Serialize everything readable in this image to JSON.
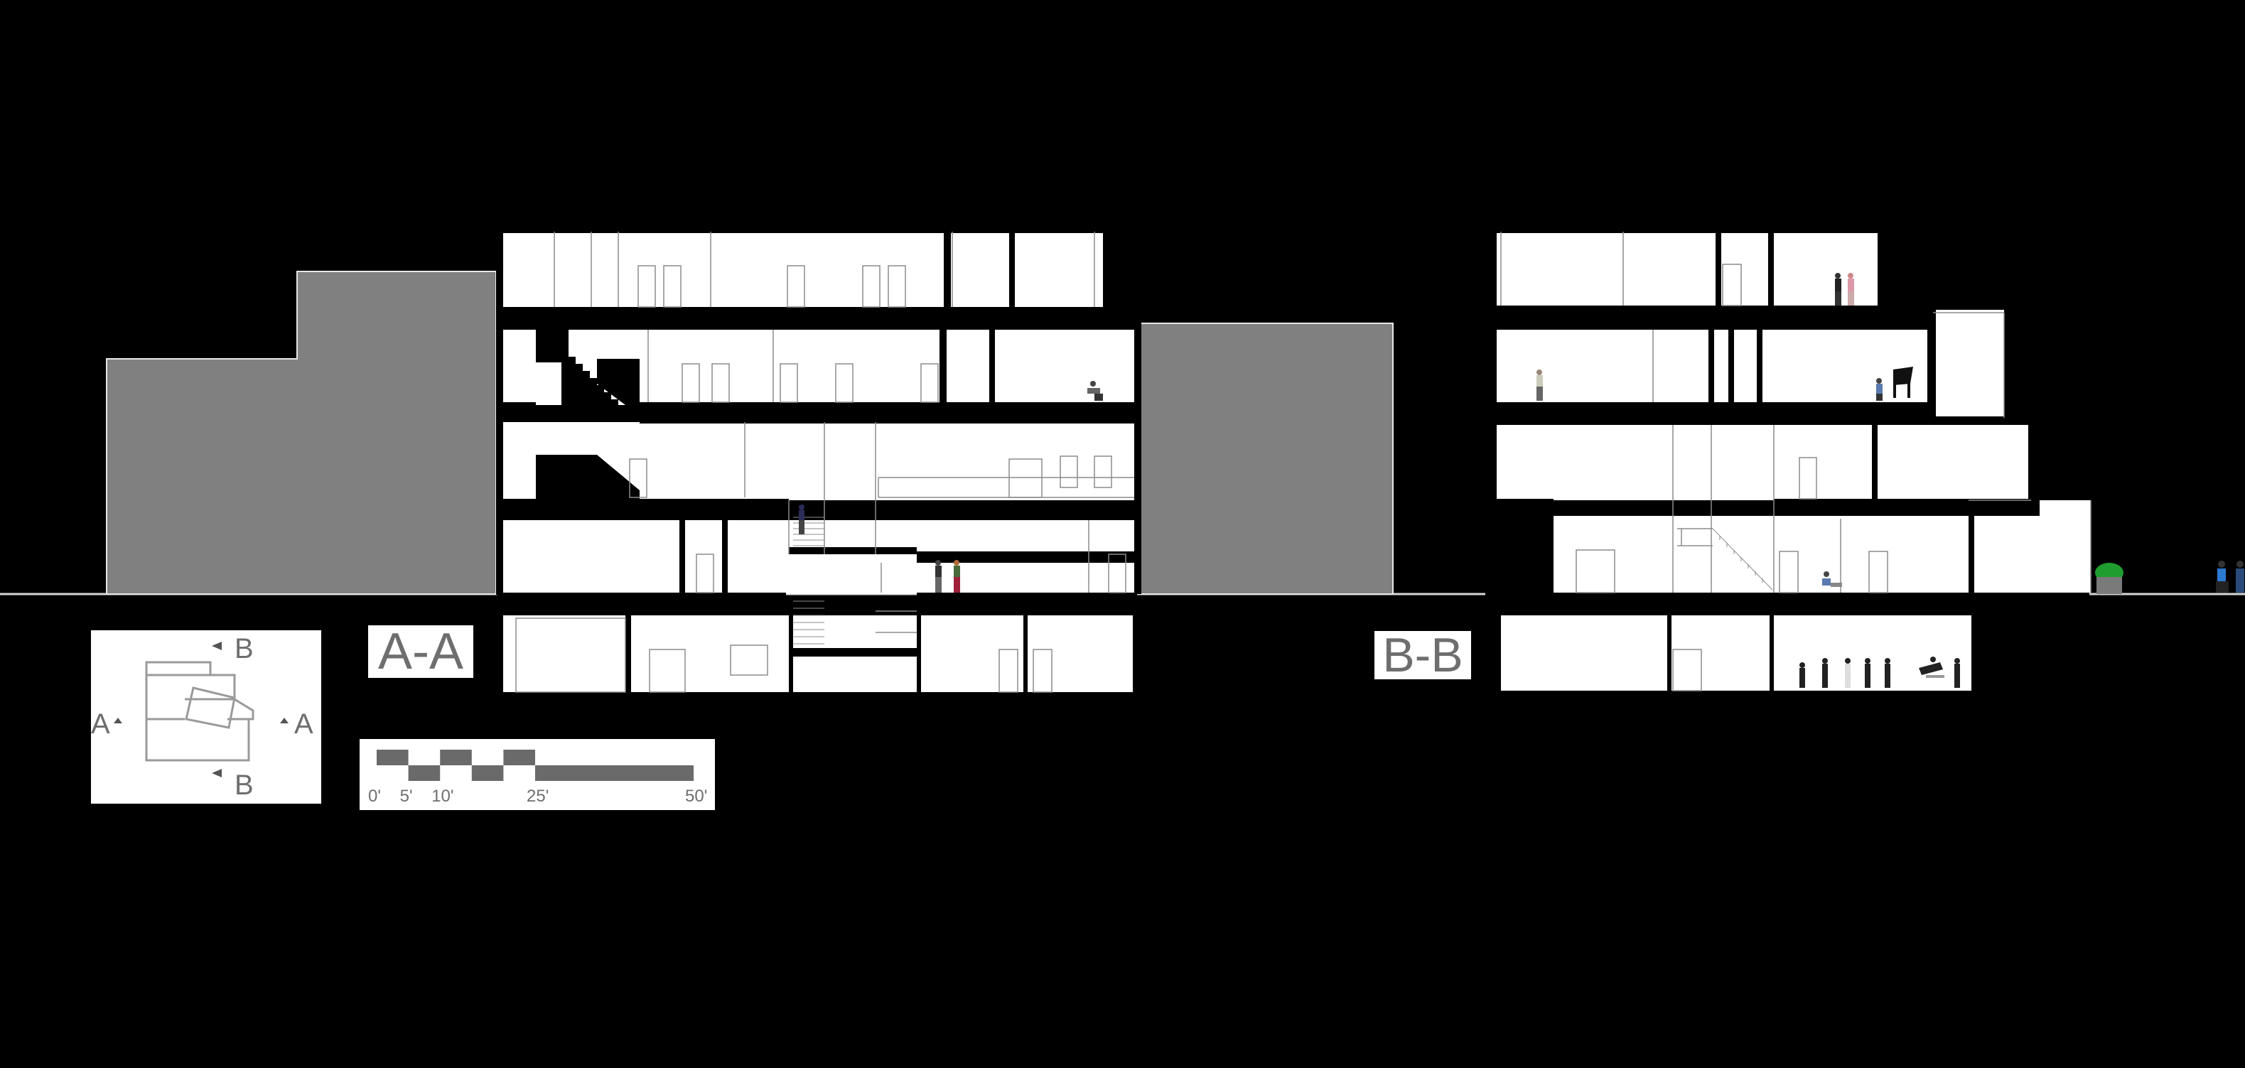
{
  "sections": {
    "aa_title": "A-A",
    "bb_title": "B-B"
  },
  "key_plan": {
    "marks": [
      {
        "id": "b-top",
        "text": "B"
      },
      {
        "id": "b-bottom",
        "text": "B"
      },
      {
        "id": "a-left",
        "text": "A"
      },
      {
        "id": "a-right",
        "text": "A"
      }
    ]
  },
  "scale_bar": {
    "ticks": [
      "0'",
      "5'",
      "10'",
      "25'",
      "50'"
    ],
    "tick_values": [
      0,
      5,
      10,
      25,
      50
    ],
    "max": 50
  },
  "colors": {
    "background": "#000000",
    "paper": "#ffffff",
    "neighbor": "#808080",
    "cut": "#000000",
    "line": "#8c8c8c",
    "label": "#6e6e6e",
    "plant": "#1f9e2f"
  }
}
